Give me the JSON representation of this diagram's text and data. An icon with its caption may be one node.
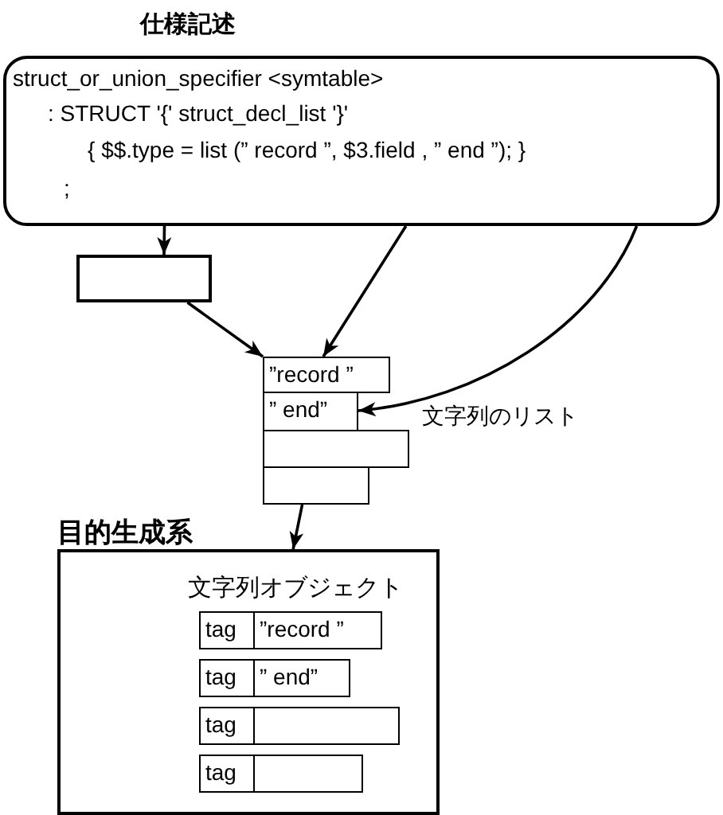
{
  "diagram": {
    "nodes": [
      {
        "text": [
          "仕様記述",
          "struct_or_union_specifier <symtable>",
          ": STRUCT '{' struct_decl_list '}'",
          "{ $$.type = list (” record ”, $3.field , ” end ”); }",
          ";"
        ]
      },
      {
        "text": [],
        "shape": "box"
      },
      {
        "text": [
          "”record ”"
        ]
      },
      {
        "text": [
          "” end”"
        ]
      },
      {
        "text": [],
        "shape": "box"
      },
      {
        "text": [],
        "shape": "box"
      },
      {
        "text": [
          "目的生成系",
          "文字列オブジェクト"
        ]
      },
      {
        "text": [
          "tag"
        ],
        "in": 6
      },
      {
        "text": [
          "”record ”"
        ],
        "in": 6
      },
      {
        "text": [
          "tag"
        ],
        "in": 6
      },
      {
        "text": [
          "” end”"
        ],
        "in": 6
      },
      {
        "text": [
          "tag"
        ],
        "in": 6
      },
      {
        "text": [],
        "shape": "box",
        "in": 6
      },
      {
        "text": [
          "tag"
        ],
        "in": 6
      },
      {
        "text": [],
        "shape": "box",
        "in": 6
      }
    ],
    "edges": [
      {
        "from": 0,
        "to": 1,
        "arrow": "to"
      },
      {
        "from": 1,
        "to": 2,
        "arrow": "to"
      },
      {
        "from": 0,
        "to": 2,
        "arrow": "to"
      },
      {
        "from": 0,
        "to": 3,
        "arrow": "to"
      },
      {
        "from": 5,
        "to": 6,
        "arrow": "to"
      }
    ],
    "labels": [
      "文字列のリスト"
    ]
  }
}
